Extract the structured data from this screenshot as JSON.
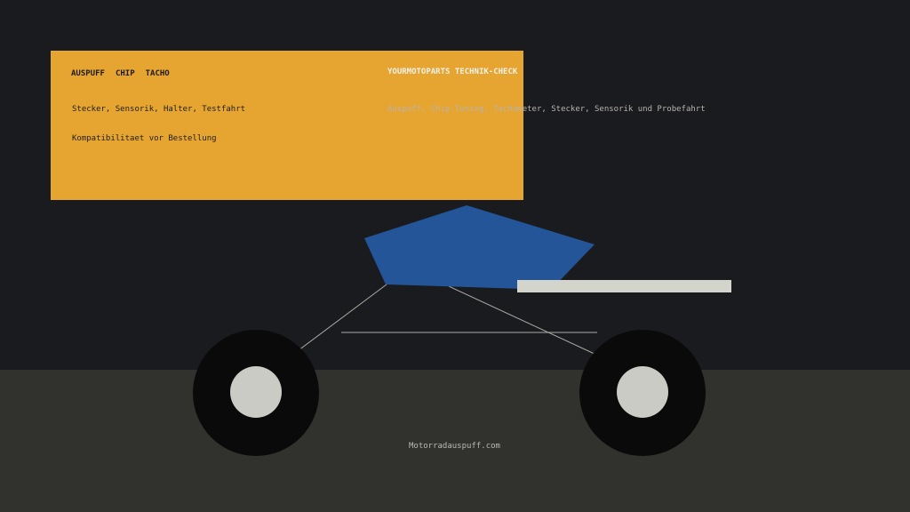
{
  "nav": {
    "items": [
      "AUSPUFF",
      "CHIP",
      "TACHO"
    ]
  },
  "panel": {
    "line1": "Stecker, Sensorik, Halter, Testfahrt",
    "line2": "Kompatibilitaet vor Bestellung"
  },
  "brand": {
    "heading": "YOURMOTOPARTS TECHNIK-CHECK",
    "description": "Auspuff, Chip-Tuning, Tachometer, Stecker, Sensorik und Probefahrt"
  },
  "footer": {
    "url": "Motorradauspuff.com"
  },
  "colors": {
    "sky": "#1a1b1f",
    "ground": "#31322d",
    "panel": "#e6a431",
    "tank": "#245598",
    "seat": "#d3d4cc",
    "tire": "#0a0a0a",
    "hub": "#c9cbc4",
    "frame": "#a9aaa4"
  }
}
